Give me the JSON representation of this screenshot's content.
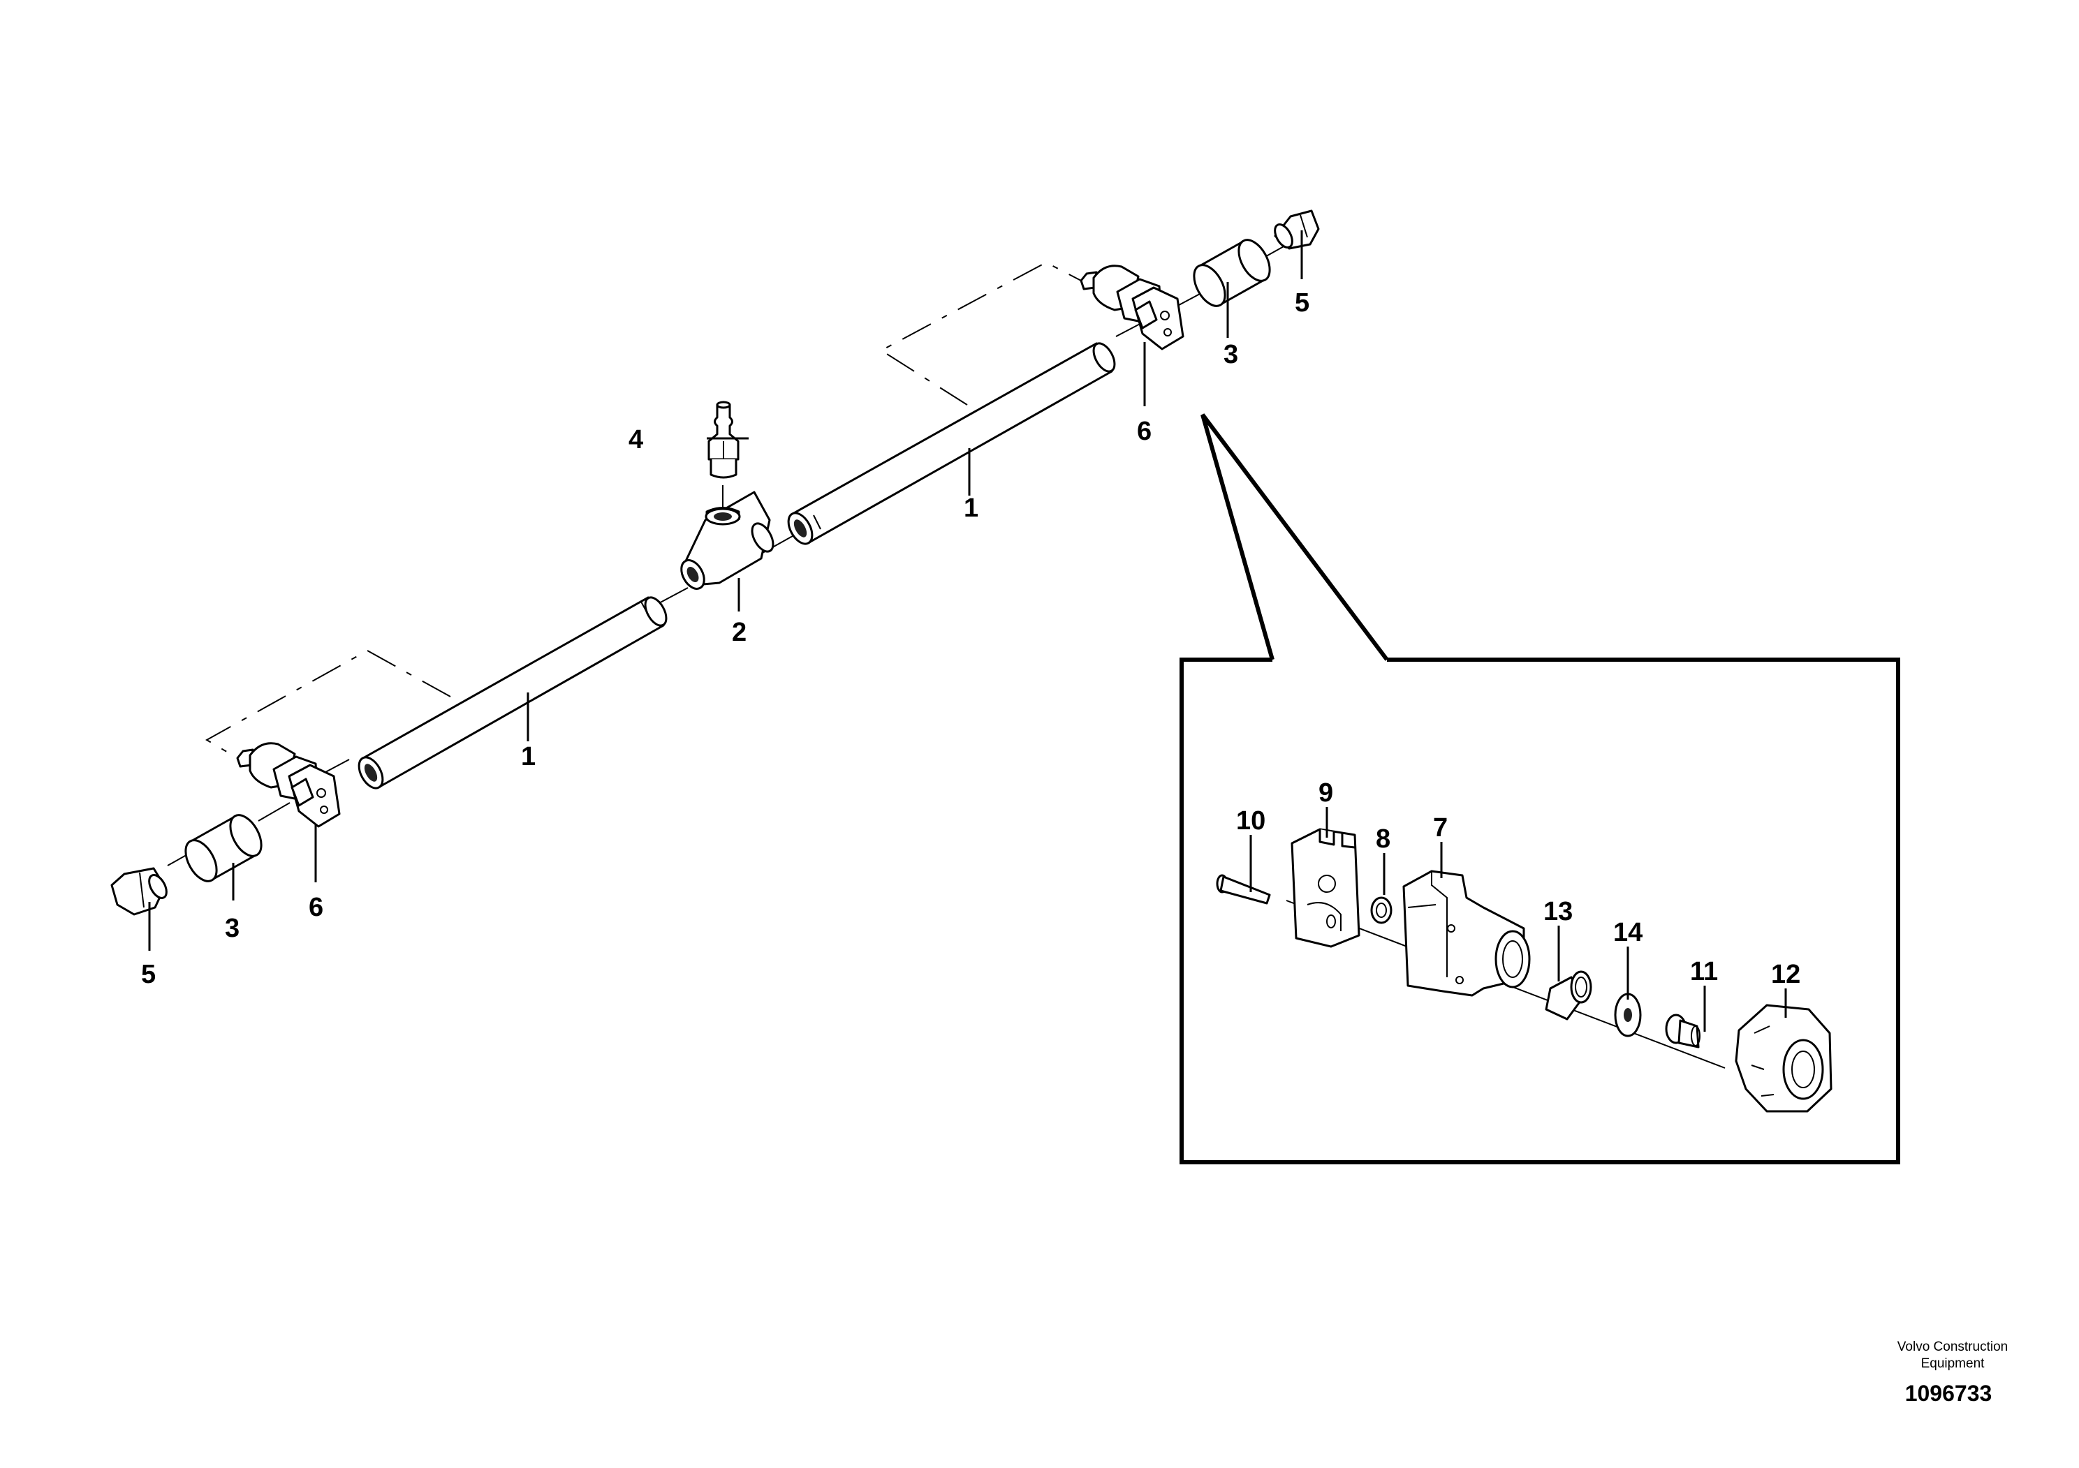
{
  "diagram": {
    "callouts": {
      "c1a": "1",
      "c1b": "1",
      "c2": "2",
      "c3a": "3",
      "c3b": "3",
      "c4": "4",
      "c5a": "5",
      "c5b": "5",
      "c6a": "6",
      "c6b": "6",
      "c7": "7",
      "c8": "8",
      "c9": "9",
      "c10": "10",
      "c11": "11",
      "c12": "12",
      "c13": "13",
      "c14": "14"
    },
    "footer": {
      "brand_line1": "Volvo Construction",
      "brand_line2": "Equipment",
      "drawing_number": "1096733"
    }
  }
}
